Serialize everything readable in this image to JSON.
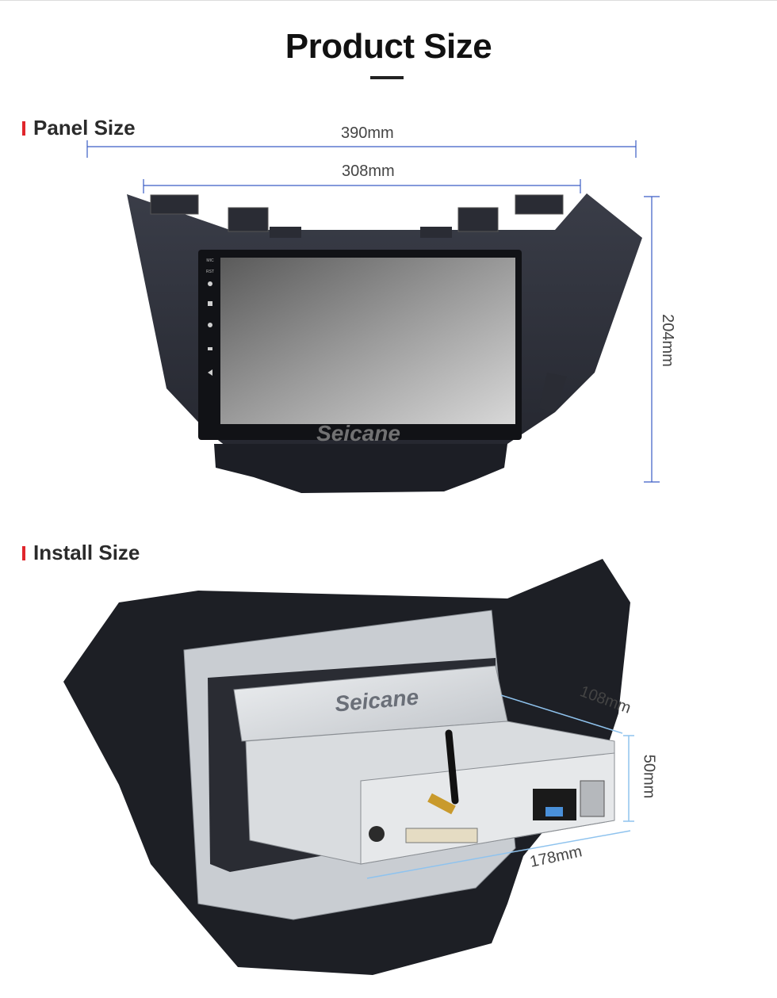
{
  "page": {
    "title": "Product Size"
  },
  "panel": {
    "heading": "Panel Size",
    "width_outer": "390mm",
    "width_screen": "308mm",
    "height": "204mm",
    "brand": "Seicane",
    "side_button_labels": [
      "MIC",
      "RST"
    ]
  },
  "install": {
    "heading": "Install Size",
    "depth": "108mm",
    "height": "50mm",
    "width": "178mm",
    "brand": "Seicane"
  },
  "colors": {
    "accent": "#e0262c",
    "dimension_line": "#3a5cc5",
    "install_line": "#8fc3ee"
  }
}
